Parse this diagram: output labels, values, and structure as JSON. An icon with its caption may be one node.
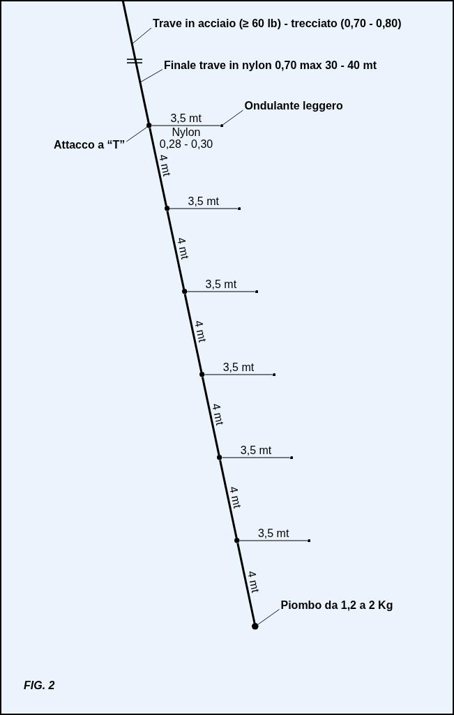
{
  "diagram": {
    "caption": "FIG. 2",
    "nodes": [
      {
        "text": [
          "Trave in acciaio (≥ 60 lb) - trecciato (0,70 - 0,80)"
        ]
      },
      {
        "text": [
          "Finale trave in nylon 0,70 max 30 - 40 mt"
        ]
      },
      {
        "text": [
          "Ondulante leggero"
        ]
      },
      {
        "text": [],
        "shape": "circle"
      },
      {
        "text": [],
        "shape": "circle"
      },
      {
        "text": [
          "Attacco a “T”"
        ]
      },
      {
        "text": [],
        "shape": "circle"
      },
      {
        "text": [],
        "shape": "circle"
      },
      {
        "text": [],
        "shape": "circle"
      },
      {
        "text": [],
        "shape": "circle"
      },
      {
        "text": [],
        "shape": "circle"
      },
      {
        "text": [],
        "shape": "circle"
      },
      {
        "text": [],
        "shape": "circle"
      },
      {
        "text": [],
        "shape": "circle"
      },
      {
        "text": [],
        "shape": "circle"
      },
      {
        "text": [],
        "shape": "circle"
      },
      {
        "text": [
          "Piombo da 1,2 a 2 Kg"
        ]
      },
      {
        "text": [],
        "shape": "circle"
      }
    ],
    "edges": [
      {
        "from": null,
        "to": 3,
        "arrow": "none",
        "style": "thick"
      },
      {
        "from": 0,
        "to": null,
        "arrow": "none"
      },
      {
        "from": 1,
        "to": null,
        "arrow": "none"
      },
      {
        "from": 2,
        "to": 4,
        "arrow": "none"
      },
      {
        "from": 5,
        "to": 3,
        "arrow": "none"
      },
      {
        "from": 3,
        "to": 4,
        "arrow": "none",
        "label": "3,5 mt"
      },
      {
        "from": 3,
        "to": 6,
        "arrow": "none",
        "label": "4 mt",
        "style": "thick"
      },
      {
        "from": 6,
        "to": 7,
        "arrow": "none",
        "label": "3,5 mt"
      },
      {
        "from": 6,
        "to": 8,
        "arrow": "none",
        "label": "4 mt",
        "style": "thick"
      },
      {
        "from": 8,
        "to": 9,
        "arrow": "none",
        "label": "3,5 mt"
      },
      {
        "from": 8,
        "to": 10,
        "arrow": "none",
        "label": "4 mt",
        "style": "thick"
      },
      {
        "from": 10,
        "to": 11,
        "arrow": "none",
        "label": "3,5 mt"
      },
      {
        "from": 10,
        "to": 12,
        "arrow": "none",
        "label": "4 mt",
        "style": "thick"
      },
      {
        "from": 12,
        "to": 13,
        "arrow": "none",
        "label": "3,5 mt"
      },
      {
        "from": 12,
        "to": 14,
        "arrow": "none",
        "label": "4 mt",
        "style": "thick"
      },
      {
        "from": 14,
        "to": 15,
        "arrow": "none",
        "label": "3,5 mt"
      },
      {
        "from": 14,
        "to": 17,
        "arrow": "none",
        "label": "4 mt",
        "style": "thick"
      },
      {
        "from": 16,
        "to": 17,
        "arrow": "none"
      }
    ],
    "labels": [
      "Nylon 0,28 - 0,30"
    ]
  }
}
